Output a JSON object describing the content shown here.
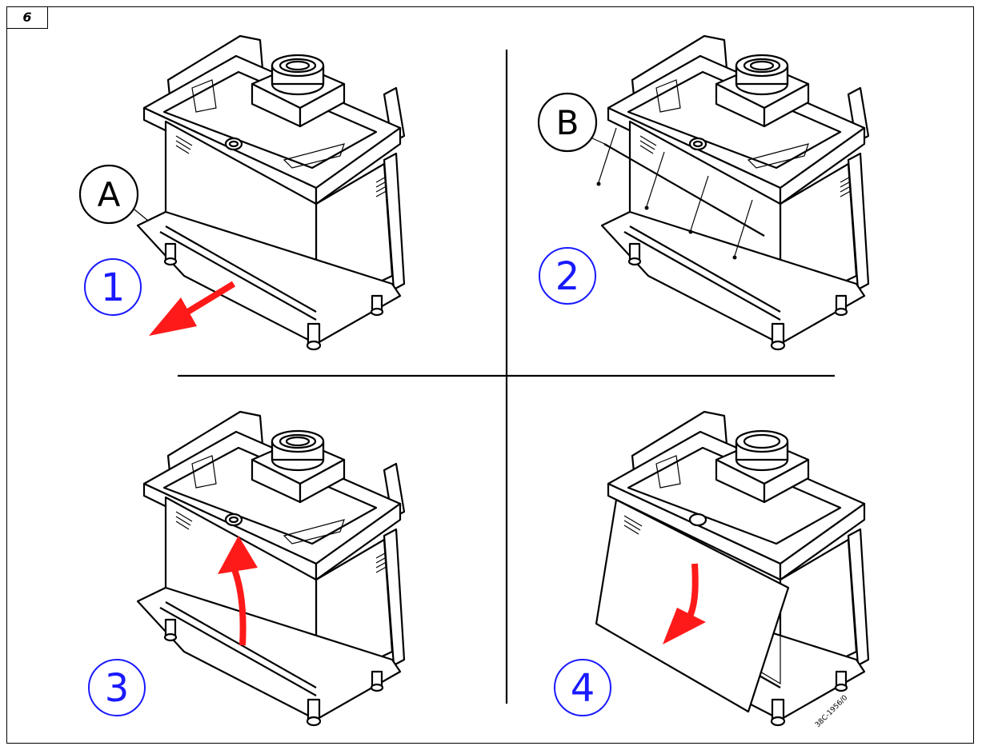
{
  "figure_label": "6",
  "callouts": {
    "a": "A",
    "b": "B"
  },
  "steps": [
    "1",
    "2",
    "3",
    "4"
  ],
  "drawing_code": "38C-1956/0",
  "colors": {
    "arrow": "#ff1a1a",
    "step_number": "#1a1aff",
    "line": "#000000"
  }
}
